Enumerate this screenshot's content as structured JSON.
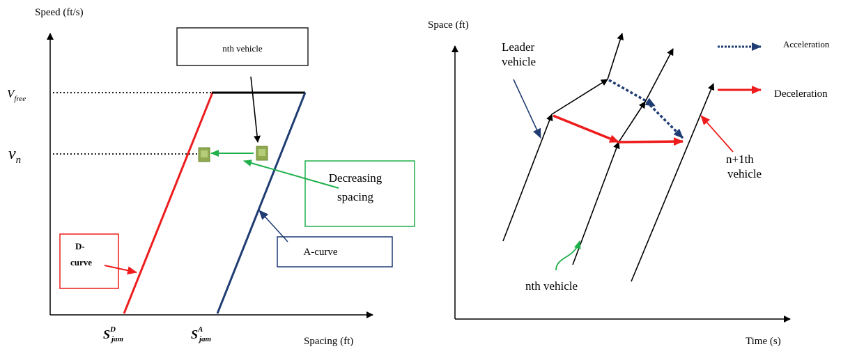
{
  "colors": {
    "red": "#ee1c1c",
    "blue": "#1f3c73",
    "green": "#1fb04b",
    "vehicle": "#8faa4e",
    "black": "#000000"
  },
  "left": {
    "y_axis_label": "Speed (ft/s)",
    "x_axis_label": "Spacing (ft)",
    "v_free": "V",
    "v_free_sub": "free",
    "v_n": "v",
    "v_n_sub": "n",
    "s_jam_d": "S",
    "s_jam_d_sup": "D",
    "s_jam_d_sub": "jam",
    "s_jam_a": "S",
    "s_jam_a_sup": "A",
    "s_jam_a_sub": "jam",
    "nth_vehicle_box": "nth vehicle",
    "decreasing_spacing_line1": "Decreasing",
    "decreasing_spacing_line2": "spacing",
    "a_curve": "A-curve",
    "d_curve_line1": "D-",
    "d_curve_line2": "curve"
  },
  "right": {
    "y_axis_label": "Space (ft)",
    "x_axis_label": "Time (s)",
    "leader_line1": "Leader",
    "leader_line2": "vehicle",
    "acceleration": "Acceleration",
    "deceleration": "Deceleration",
    "n1_line1": "n+1th",
    "n1_line2": "vehicle",
    "nth_vehicle": "nth vehicle"
  }
}
